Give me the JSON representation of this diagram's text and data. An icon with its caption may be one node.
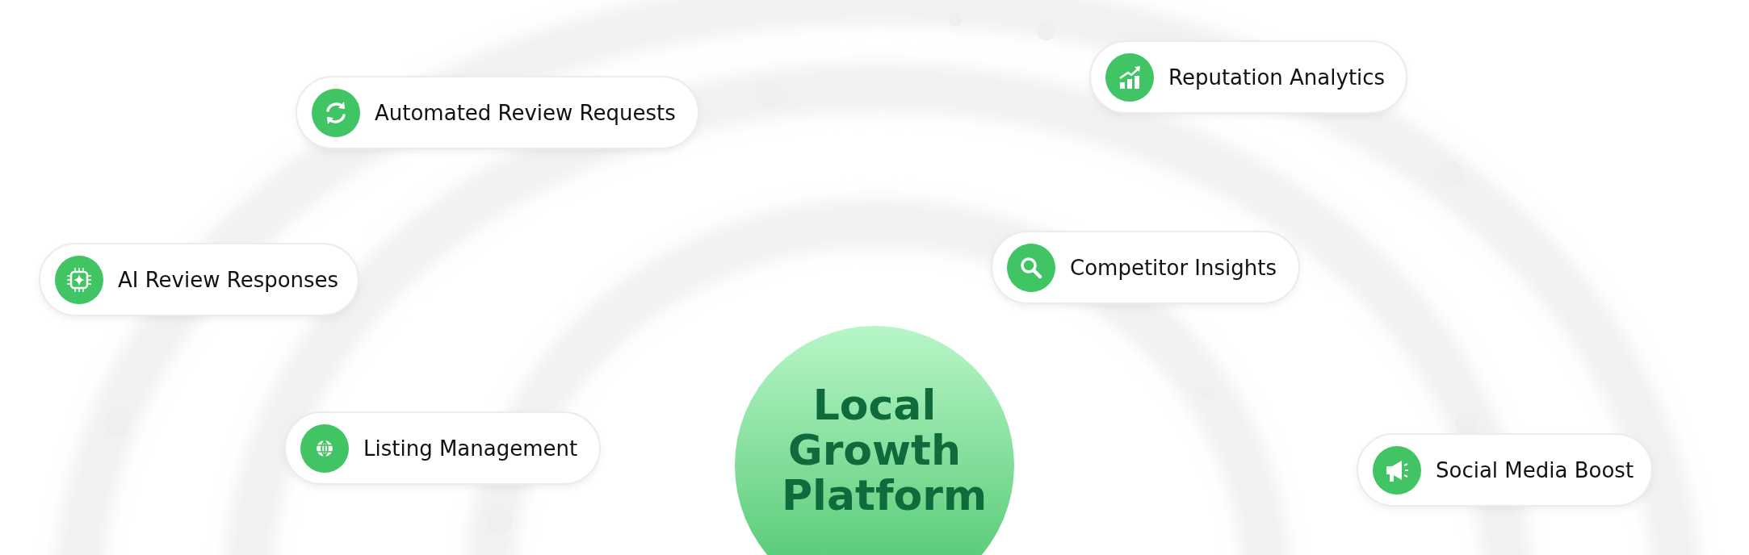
{
  "diagram": {
    "nodes": [
      {
        "text": [
          "Automated Review Requests"
        ]
      },
      {
        "text": [
          "Reputation Analytics"
        ]
      },
      {
        "text": [
          "AI Review Responses"
        ]
      },
      {
        "text": [
          "Competitor Insights"
        ]
      },
      {
        "text": [
          "Listing Management"
        ]
      },
      {
        "text": [
          "Social Media Boost"
        ]
      },
      {
        "text": [
          "Local Growth Platform"
        ]
      }
    ]
  }
}
